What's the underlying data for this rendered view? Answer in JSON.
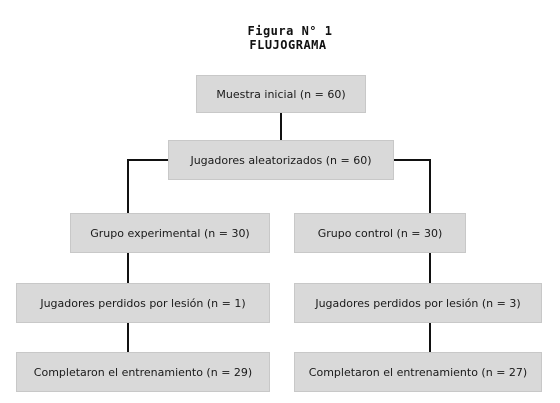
{
  "figure": {
    "title_line1": "Figura  N°  1",
    "title_line2": "FLUJOGRAMA"
  },
  "flowchart": {
    "initial_sample": "Muestra inicial (n = 60)",
    "randomized": "Jugadores aleatorizados (n = 60)",
    "experimental_group": "Grupo experimental (n = 30)",
    "control_group": "Grupo control (n = 30)",
    "experimental_lost": "Jugadores perdidos por lesión (n = 1)",
    "control_lost": "Jugadores perdidos por lesión (n = 3)",
    "experimental_completed": "Completaron el entrenamiento (n = 29)",
    "control_completed": "Completaron el entrenamiento (n = 27)"
  },
  "colors": {
    "box_fill": "#d9d9d9",
    "connector": "#111111"
  }
}
